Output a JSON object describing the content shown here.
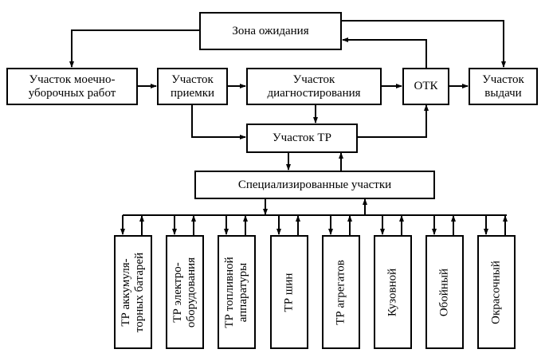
{
  "diagram": {
    "top_nodes": {
      "waiting_zone": "Зона ожидания",
      "washing": [
        "Участок моечно-",
        "уборочных работ"
      ],
      "reception": [
        "Участок",
        "приемки"
      ],
      "diagnostics": [
        "Участок",
        "диагностирования"
      ],
      "otk": "ОТК",
      "issue": [
        "Участок",
        "выдачи"
      ],
      "tr": "Участок ТР",
      "specialized": "Специализированные участки"
    },
    "specialized_units": [
      {
        "lines": [
          "ТР аккумуля-",
          "торных батарей"
        ]
      },
      {
        "lines": [
          "ТР электро-",
          "оборудования"
        ]
      },
      {
        "lines": [
          "ТР топливной",
          "аппаратуры"
        ]
      },
      {
        "lines": [
          "ТР шин"
        ]
      },
      {
        "lines": [
          "ТР агрегатов"
        ]
      },
      {
        "lines": [
          "Кузовной"
        ]
      },
      {
        "lines": [
          "Обойный"
        ]
      },
      {
        "lines": [
          "Окрасочный"
        ]
      }
    ],
    "edges": [
      {
        "from": "Зона ожидания",
        "to": "Участок моечно-уборочных работ"
      },
      {
        "from": "Зона ожидания",
        "to": "Участок выдачи"
      },
      {
        "from": "Участок моечно-уборочных работ",
        "to": "Участок приемки"
      },
      {
        "from": "Участок приемки",
        "to": "Участок диагностирования"
      },
      {
        "from": "Участок приемки",
        "to": "Участок ТР"
      },
      {
        "from": "Участок диагностирования",
        "to": "ОТК"
      },
      {
        "from": "Участок диагностирования",
        "to": "Участок ТР"
      },
      {
        "from": "ОТК",
        "to": "Участок выдачи"
      },
      {
        "from": "ОТК",
        "to": "Зона ожидания"
      },
      {
        "from": "Участок ТР",
        "to": "ОТК"
      },
      {
        "from": "Участок ТР",
        "to": "Специализированные участки"
      },
      {
        "from": "Специализированные участки",
        "to": "Участок ТР"
      },
      {
        "from": "Специализированные участки",
        "to": "each specialized unit"
      },
      {
        "from": "each specialized unit",
        "to": "Специализированные участки"
      }
    ]
  }
}
